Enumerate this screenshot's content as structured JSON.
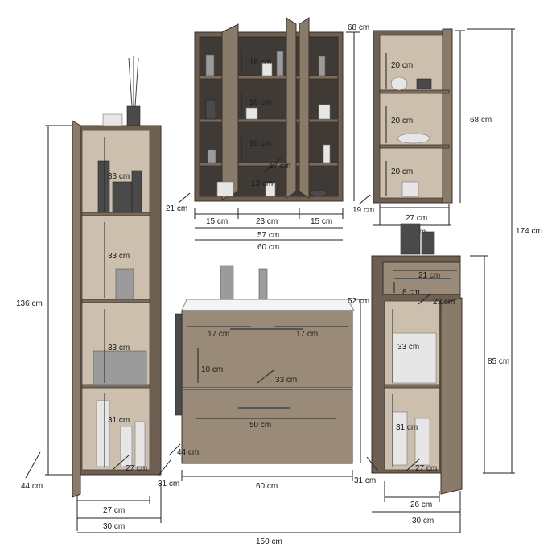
{
  "labels": {
    "mirror_shelf_top": "16 cm",
    "mirror_shelf_mid": "16 cm",
    "mirror_shelf_low": "16 cm",
    "mirror_depth_inner": "17 cm",
    "mirror_bottom_shelf": "13 cm",
    "mirror_height": "68 cm",
    "mirror_depth": "21 cm",
    "mirror_left_door": "15 cm",
    "mirror_center_door": "23 cm",
    "mirror_right_door": "15 cm",
    "mirror_inner_width": "57 cm",
    "mirror_width": "60 cm",
    "wall_shelf_top": "20 cm",
    "wall_shelf_mid": "20 cm",
    "wall_shelf_low": "20 cm",
    "wall_height": "68 cm",
    "wall_depth": "19 cm",
    "wall_inner_width": "27 cm",
    "wall_width": "30 cm",
    "total_height": "174 cm",
    "tall_shelf_1": "33 cm",
    "tall_shelf_2": "33 cm",
    "tall_shelf_3": "33 cm",
    "tall_shelf_4": "31 cm",
    "tall_depth_inner": "27 cm",
    "tall_height": "136 cm",
    "tall_depth": "44 cm",
    "tall_side_depth": "31 cm",
    "tall_inner_width": "27 cm",
    "tall_width": "30 cm",
    "vanity_height": "52 cm",
    "vanity_drawer_left": "17 cm",
    "vanity_drawer_right": "17 cm",
    "vanity_drawer_height": "10 cm",
    "vanity_drawer_depth": "33 cm",
    "vanity_lower_width": "50 cm",
    "vanity_depth": "44 cm",
    "vanity_width": "60 cm",
    "low_drawer_width": "21 cm",
    "low_drawer_height": "8 cm",
    "low_drawer_depth": "23 cm",
    "low_shelf_upper": "33 cm",
    "low_shelf_lower": "31 cm",
    "low_depth_inner": "27 cm",
    "low_height": "85 cm",
    "low_depth": "31 cm",
    "low_inner_width": "26 cm",
    "low_width": "30 cm",
    "overall_width": "150 cm"
  }
}
